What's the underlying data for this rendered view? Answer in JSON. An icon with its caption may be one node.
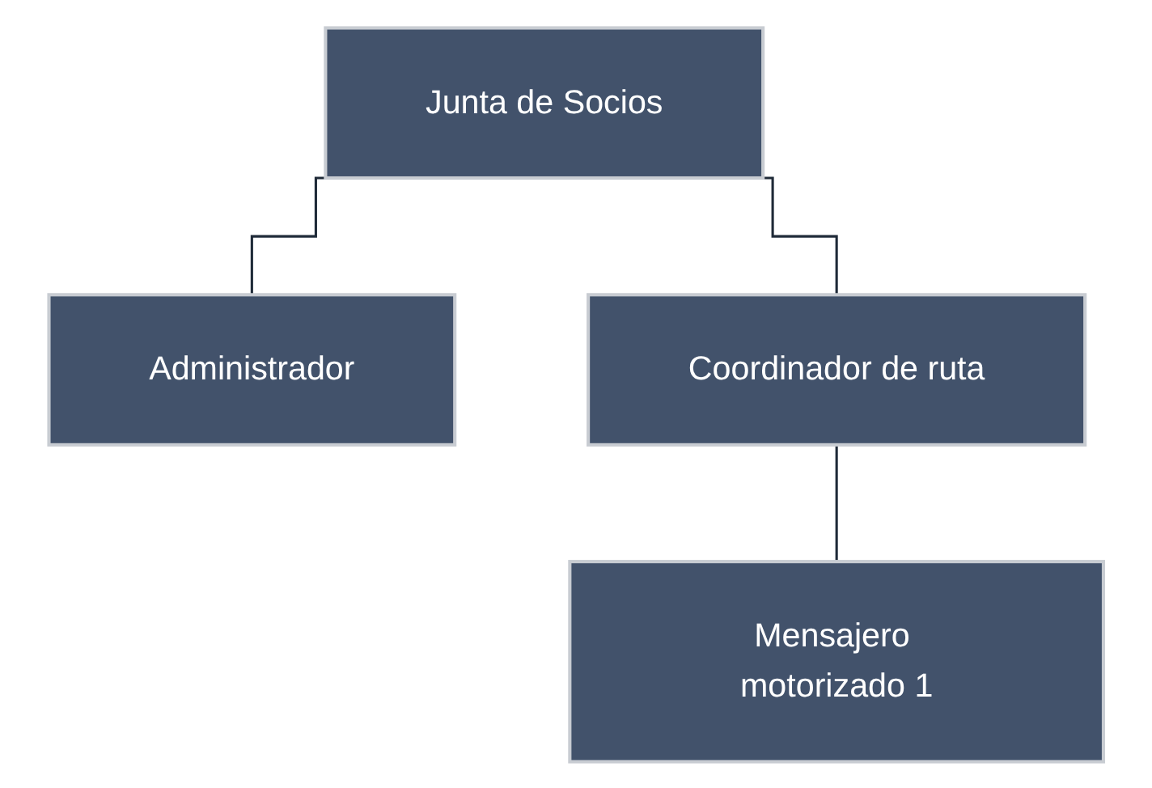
{
  "diagram": {
    "nodes": [
      {
        "text": [
          "Junta de Socios"
        ]
      },
      {
        "text": [
          "Administrador"
        ]
      },
      {
        "text": [
          "Coordinador de ruta"
        ]
      },
      {
        "text": [
          "Mensajero motorizado 1"
        ]
      }
    ],
    "edges": [
      {
        "from": 0,
        "to": 1,
        "arrow": "none"
      },
      {
        "from": 0,
        "to": 2,
        "arrow": "none"
      },
      {
        "from": 2,
        "to": 3,
        "arrow": "none"
      }
    ]
  }
}
